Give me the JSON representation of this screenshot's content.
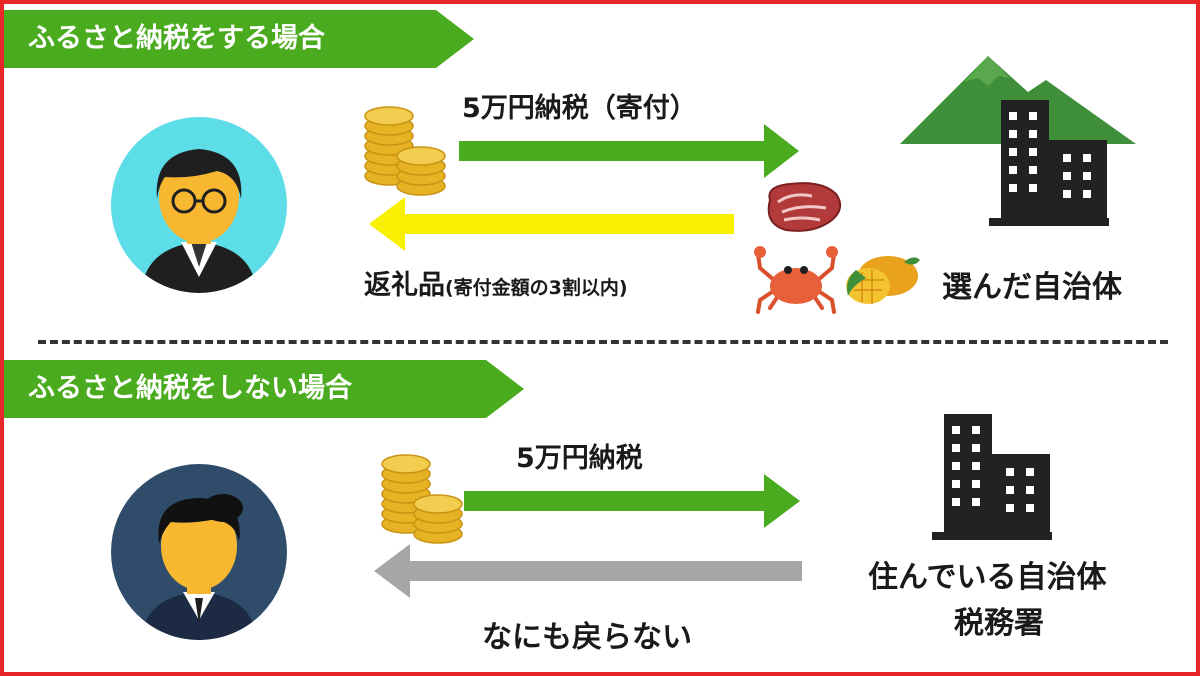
{
  "colors": {
    "border": "#e8262a",
    "green": "#4bab1e",
    "yellow": "#f7f000",
    "gray": "#a6a6a6",
    "mountain": "#3f8f3a",
    "building": "#222222",
    "coin": "#e6b325",
    "face_light": "#5ddde8",
    "face_dark": "#2f4d6b"
  },
  "scenario_with": {
    "banner": "ふるさと納税をする場合",
    "payment_label": "5万円納税（寄付）",
    "return_label_main": "返礼品",
    "return_label_note": "(寄付金額の3割以内)",
    "destination_label": "選んだ自治体",
    "icons": [
      "person-glasses-icon",
      "coin-stack-icon",
      "mountain-icon",
      "building-icon",
      "meat-icon",
      "crab-icon",
      "mango-icon"
    ]
  },
  "scenario_without": {
    "banner": "ふるさと納税をしない場合",
    "payment_label": "5万円納税",
    "return_label": "なにも戻らない",
    "destination_label_line1": "住んでいる自治体",
    "destination_label_line2": "税務署",
    "icons": [
      "person-icon",
      "coin-stack-icon",
      "building-icon"
    ]
  }
}
